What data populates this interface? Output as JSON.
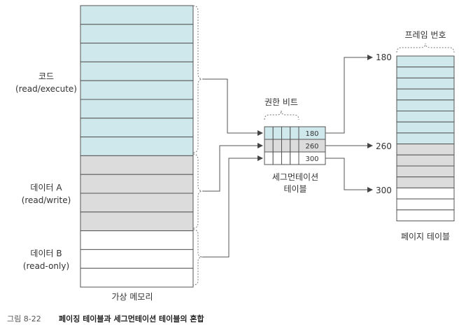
{
  "virtual_memory": {
    "label": "가상 메모리",
    "segments": [
      {
        "name": "코드",
        "detail": "(read/execute)",
        "blocks": 8,
        "color": "#cfe8ec"
      },
      {
        "name": "데이터 A",
        "detail": "(read/write)",
        "blocks": 4,
        "color": "#dcdcdc"
      },
      {
        "name": "데이터 B",
        "detail": "(read-only)",
        "blocks": 3,
        "color": "#ffffff"
      }
    ]
  },
  "segment_table": {
    "label_line1": "세그먼테이션",
    "label_line2": "테이블",
    "permission_label": "권한 비트",
    "rows": [
      {
        "value": "180",
        "color": "#cfe8ec"
      },
      {
        "value": "260",
        "color": "#dcdcdc"
      },
      {
        "value": "300",
        "color": "#ffffff"
      }
    ]
  },
  "page_table": {
    "label": "페이지 테이블",
    "frame_label": "프레임 번호",
    "markers": [
      "180",
      "260",
      "300"
    ],
    "groups": [
      {
        "rows": 8,
        "color": "#cfe8ec"
      },
      {
        "rows": 4,
        "color": "#dcdcdc"
      },
      {
        "rows": 3,
        "color": "#ffffff"
      }
    ]
  },
  "caption": {
    "number": "그림 8-22",
    "title": "페이징 테이블과 세그먼테이션 테이블의 혼합"
  },
  "colors": {
    "line": "#555555",
    "border": "#555555"
  }
}
